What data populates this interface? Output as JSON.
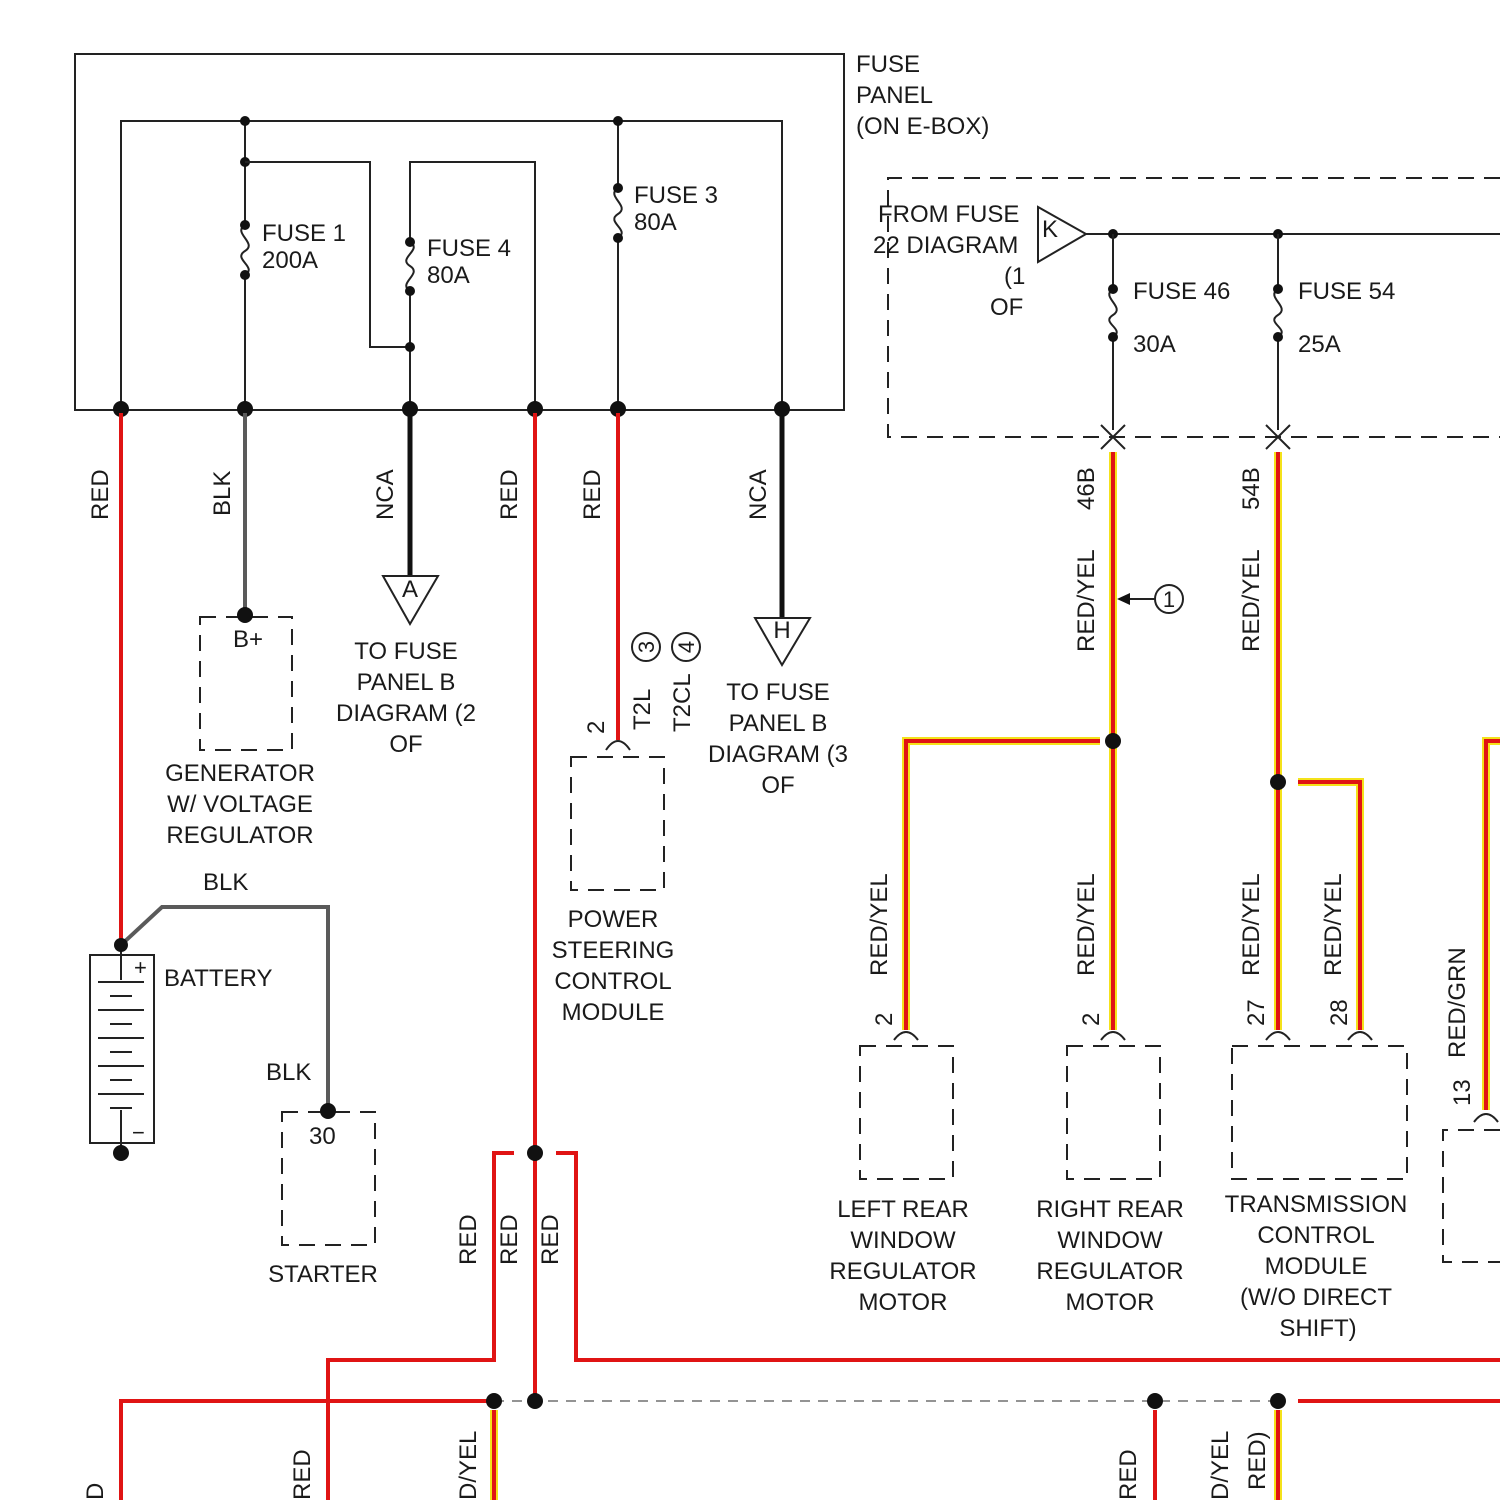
{
  "fuse_panel": {
    "title_line1": "FUSE",
    "title_line2": "PANEL",
    "title_line3": "(ON E-BOX)",
    "fuse1_line1": "FUSE 1",
    "fuse1_line2": "200A",
    "fuse4_line1": "FUSE 4",
    "fuse4_line2": "80A",
    "fuse3_line1": "FUSE 3",
    "fuse3_line2": "80A"
  },
  "from_fuse22": {
    "line1": "FROM FUSE",
    "line2": "22 DIAGRAM",
    "line3": "(1",
    "line4": "OF",
    "connector": "K",
    "fuse46_name": "FUSE 46",
    "fuse46_rating": "30A",
    "fuse54_name": "FUSE 54",
    "fuse54_rating": "25A"
  },
  "wires": {
    "red": "RED",
    "blk": "BLK",
    "nca": "NCA",
    "red_yel": "RED/YEL",
    "red_grn": "RED/GRN",
    "w46b": "46B",
    "w54b": "54B",
    "t2l": "T2L",
    "t2cl": "T2CL",
    "cut_yel": "D/YEL",
    "cut_red_paren": "RED)",
    "cut_d": "D"
  },
  "connectors": {
    "A": "A",
    "H": "H",
    "bplus": "B+",
    "thirty": "30",
    "circle1": "1",
    "circle3": "3",
    "circle4": "4"
  },
  "pins": {
    "ps_pin": "2",
    "lr_pin": "2",
    "rr_pin": "2",
    "tcm_pin27": "27",
    "tcm_pin28": "28",
    "pin13": "13"
  },
  "components": {
    "generator": [
      "GENERATOR",
      "W/ VOLTAGE",
      "REGULATOR"
    ],
    "battery": "BATTERY",
    "battery_plus": "+",
    "battery_minus": "−",
    "starter": "STARTER",
    "to_fuse_a": [
      "TO FUSE",
      "PANEL B",
      "DIAGRAM (2",
      "OF"
    ],
    "to_fuse_h": [
      "TO FUSE",
      "PANEL B",
      "DIAGRAM (3",
      "OF"
    ],
    "power_steering": [
      "POWER",
      "STEERING",
      "CONTROL",
      "MODULE"
    ],
    "left_rear": [
      "LEFT REAR",
      "WINDOW",
      "REGULATOR",
      "MOTOR"
    ],
    "right_rear": [
      "RIGHT REAR",
      "WINDOW",
      "REGULATOR",
      "MOTOR"
    ],
    "tcm": [
      "TRANSMISSION",
      "CONTROL",
      "MODULE",
      "(W/O DIRECT",
      "SHIFT)"
    ]
  },
  "colors": {
    "wire_red": "#e01414",
    "wire_yellow_tracer": "#f4e21a",
    "wire_black": "#111111",
    "wire_gray": "#5a5a5a",
    "line": "#222222"
  }
}
